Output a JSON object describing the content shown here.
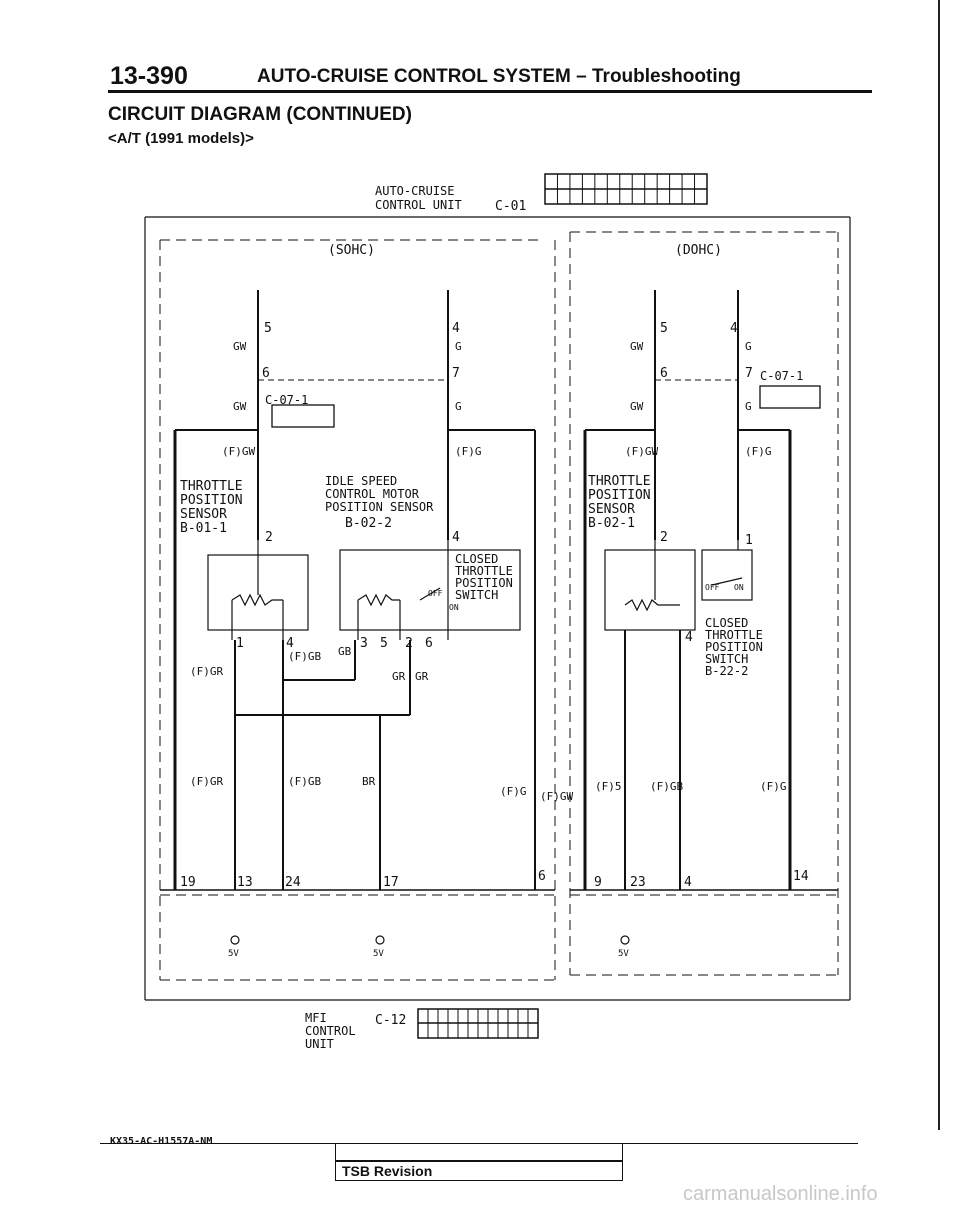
{
  "header": {
    "page_number": "13-390",
    "title": "AUTO-CRUISE CONTROL SYSTEM – Troubleshooting"
  },
  "section": {
    "title": "CIRCUIT DIAGRAM (CONTINUED)",
    "subtitle": "<A/T (1991 models)>"
  },
  "top_unit": {
    "name_line1": "AUTO-CRUISE",
    "name_line2": "CONTROL UNIT",
    "connector": "C-01"
  },
  "bottom_unit": {
    "name_line1": "MFI",
    "name_line2": "CONTROL",
    "name_line3": "UNIT",
    "connector": "C-12"
  },
  "engines": {
    "left": "(SOHC)",
    "right": "(DOHC)"
  },
  "components": {
    "tps_left": {
      "line1": "THROTTLE",
      "line2": "POSITION",
      "line3": "SENSOR",
      "code": "B-01-1"
    },
    "isc_left": {
      "line1": "IDLE SPEED",
      "line2": "CONTROL MOTOR",
      "line3": "POSITION SENSOR",
      "code": "B-02-2"
    },
    "ctps_left": {
      "line1": "CLOSED",
      "line2": "THROTTLE",
      "line3": "POSITION",
      "line4": "SWITCH",
      "off": "OFF",
      "on": "ON"
    },
    "tps_right": {
      "line1": "THROTTLE",
      "line2": "POSITION",
      "line3": "SENSOR",
      "code": "B-02-1"
    },
    "ctps_right": {
      "line1": "CLOSED",
      "line2": "THROTTLE",
      "line3": "POSITION",
      "line4": "SWITCH",
      "code": "B-22-2",
      "off": "OFF",
      "on": "ON"
    }
  },
  "connectors": {
    "left_joint": "C-07-1",
    "right_joint": "C-07-1"
  },
  "wires": {
    "gw": "GW",
    "g": "G",
    "fgw": "(F)GW",
    "fg": "(F)G",
    "fgr": "(F)GR",
    "fgb": "(F)GB",
    "gb": "GB",
    "gr": "GR",
    "br": "BR",
    "f5": "(F)5"
  },
  "pins": {
    "top_left": [
      "5",
      "4",
      "6",
      "7",
      "2",
      "4",
      "1",
      "4",
      "3",
      "5",
      "2",
      "6"
    ],
    "top_right": [
      "5",
      "4",
      "6",
      "7",
      "2",
      "1",
      "4"
    ],
    "bottom_left": [
      "19",
      "13",
      "24",
      "17",
      "6"
    ],
    "bottom_right": [
      "9",
      "23",
      "4",
      "14"
    ],
    "five_volt": "5V"
  },
  "footer": {
    "code": "KX35-AC-H1557A-NM",
    "tsb": "TSB Revision",
    "watermark": "carmanualsonline.info"
  }
}
